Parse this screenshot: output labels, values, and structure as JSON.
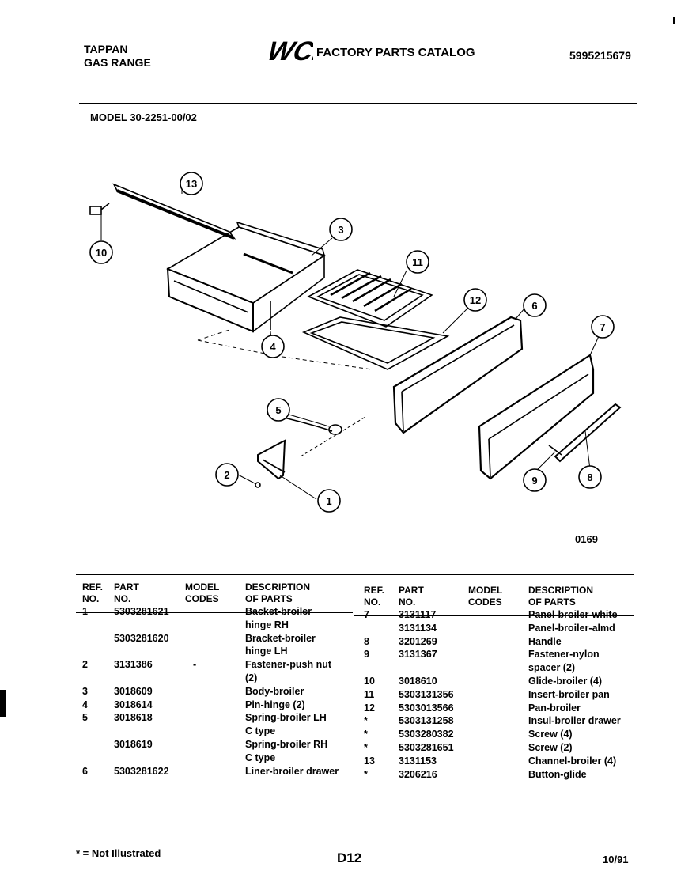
{
  "header": {
    "brand_line1": "TAPPAN",
    "brand_line2": "GAS RANGE",
    "logo_text": "WCI",
    "catalog_title": "FACTORY PARTS CATALOG",
    "catalog_number": "5995215679"
  },
  "model": "MODEL 30-2251-00/02",
  "diagram": {
    "callouts": [
      "13",
      "10",
      "3",
      "11",
      "12",
      "6",
      "7",
      "4",
      "5",
      "2",
      "1",
      "9",
      "8"
    ],
    "figure_code": "0169"
  },
  "table": {
    "headers": {
      "ref_no": [
        "REF.",
        "NO."
      ],
      "part_no": [
        "PART",
        "NO."
      ],
      "model_codes": [
        "MODEL",
        "CODES"
      ],
      "description": [
        "DESCRIPTION",
        "OF PARTS"
      ]
    },
    "left_rows": [
      {
        "ref": "1",
        "part": "5303281621",
        "codes": "",
        "desc": "Backet-broiler"
      },
      {
        "ref": "",
        "part": "",
        "codes": "",
        "desc": "hinge RH"
      },
      {
        "ref": "",
        "part": "5303281620",
        "codes": "",
        "desc": "Bracket-broiler"
      },
      {
        "ref": "",
        "part": "",
        "codes": "",
        "desc": "hinge LH"
      },
      {
        "ref": "2",
        "part": "3131386",
        "codes": "-",
        "desc": "Fastener-push nut"
      },
      {
        "ref": "",
        "part": "",
        "codes": "",
        "desc": "(2)"
      },
      {
        "ref": "3",
        "part": "3018609",
        "codes": "",
        "desc": "Body-broiler"
      },
      {
        "ref": "4",
        "part": "3018614",
        "codes": "",
        "desc": "Pin-hinge (2)"
      },
      {
        "ref": "5",
        "part": "3018618",
        "codes": "",
        "desc": "Spring-broiler LH"
      },
      {
        "ref": "",
        "part": "",
        "codes": "",
        "desc": "C type"
      },
      {
        "ref": "",
        "part": "3018619",
        "codes": "",
        "desc": "Spring-broiler RH"
      },
      {
        "ref": "",
        "part": "",
        "codes": "",
        "desc": "C type"
      },
      {
        "ref": "6",
        "part": "5303281622",
        "codes": "",
        "desc": "Liner-broiler drawer"
      }
    ],
    "right_rows": [
      {
        "ref": "7",
        "part": "3131117",
        "codes": "",
        "desc": "Panel-broiler-white"
      },
      {
        "ref": "",
        "part": "3131134",
        "codes": "",
        "desc": "Panel-broiler-almd"
      },
      {
        "ref": "8",
        "part": "3201269",
        "codes": "",
        "desc": "Handle"
      },
      {
        "ref": "9",
        "part": "3131367",
        "codes": "",
        "desc": "Fastener-nylon"
      },
      {
        "ref": "",
        "part": "",
        "codes": "",
        "desc": "spacer (2)"
      },
      {
        "ref": "10",
        "part": "3018610",
        "codes": "",
        "desc": "Glide-broiler (4)"
      },
      {
        "ref": "11",
        "part": "5303131356",
        "codes": "",
        "desc": "Insert-broiler pan"
      },
      {
        "ref": "12",
        "part": "5303013566",
        "codes": "",
        "desc": "Pan-broiler"
      },
      {
        "ref": "*",
        "part": "5303131258",
        "codes": "",
        "desc": "Insul-broiler drawer"
      },
      {
        "ref": "*",
        "part": "5303280382",
        "codes": "",
        "desc": "Screw (4)"
      },
      {
        "ref": "*",
        "part": "5303281651",
        "codes": "",
        "desc": "Screw (2)"
      },
      {
        "ref": "13",
        "part": "3131153",
        "codes": "",
        "desc": "Channel-broiler (4)"
      },
      {
        "ref": "*",
        "part": "3206216",
        "codes": "",
        "desc": "Button-glide"
      }
    ]
  },
  "footer": {
    "note": "* = Not Illustrated",
    "page": "D12",
    "date": "10/91"
  }
}
